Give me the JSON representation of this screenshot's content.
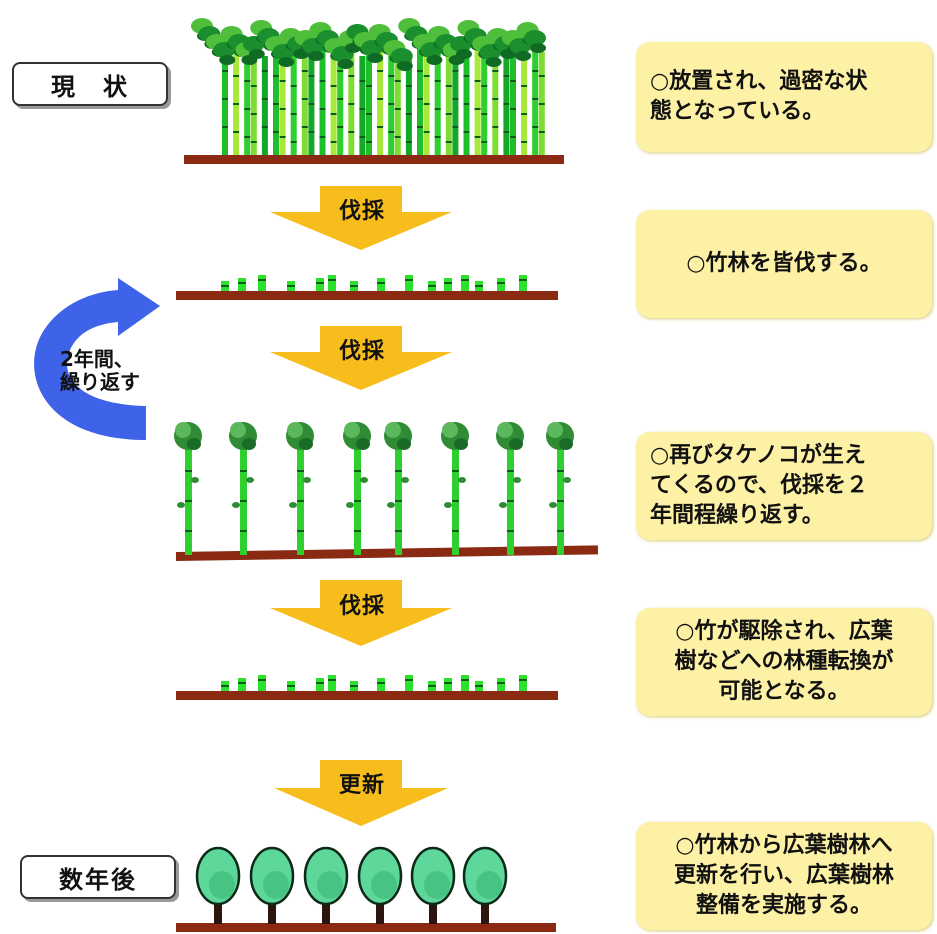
{
  "stages": {
    "current_label": "現　状",
    "after_label": "数年後"
  },
  "arrows": [
    {
      "label": "伐採"
    },
    {
      "label": "伐採"
    },
    {
      "label": "伐採"
    },
    {
      "label": "更新"
    }
  ],
  "loop": {
    "label": "2年間、\n繰り返す"
  },
  "notes": [
    {
      "text": "○放置され、過密な状\n態となっている。"
    },
    {
      "text": "○竹林を皆伐する。"
    },
    {
      "text": "○再びタケノコが生え\nてくるので、伐採を２\n年間程繰り返す。"
    },
    {
      "text": "○竹が駆除され、広葉\n樹などへの林種転換が\n可能となる。"
    },
    {
      "text": "○竹林から広葉樹林へ\n更新を行い、広葉樹林\n整備を実施する。"
    }
  ],
  "colors": {
    "ground": "#8b2a12",
    "arrow_yellow": "#f7bd1c",
    "loop_blue": "#3f63e8",
    "bamboo_green": "#2ecf2e",
    "note_bg": "#fdf1a6",
    "tree_canopy": "#5ed89a"
  }
}
